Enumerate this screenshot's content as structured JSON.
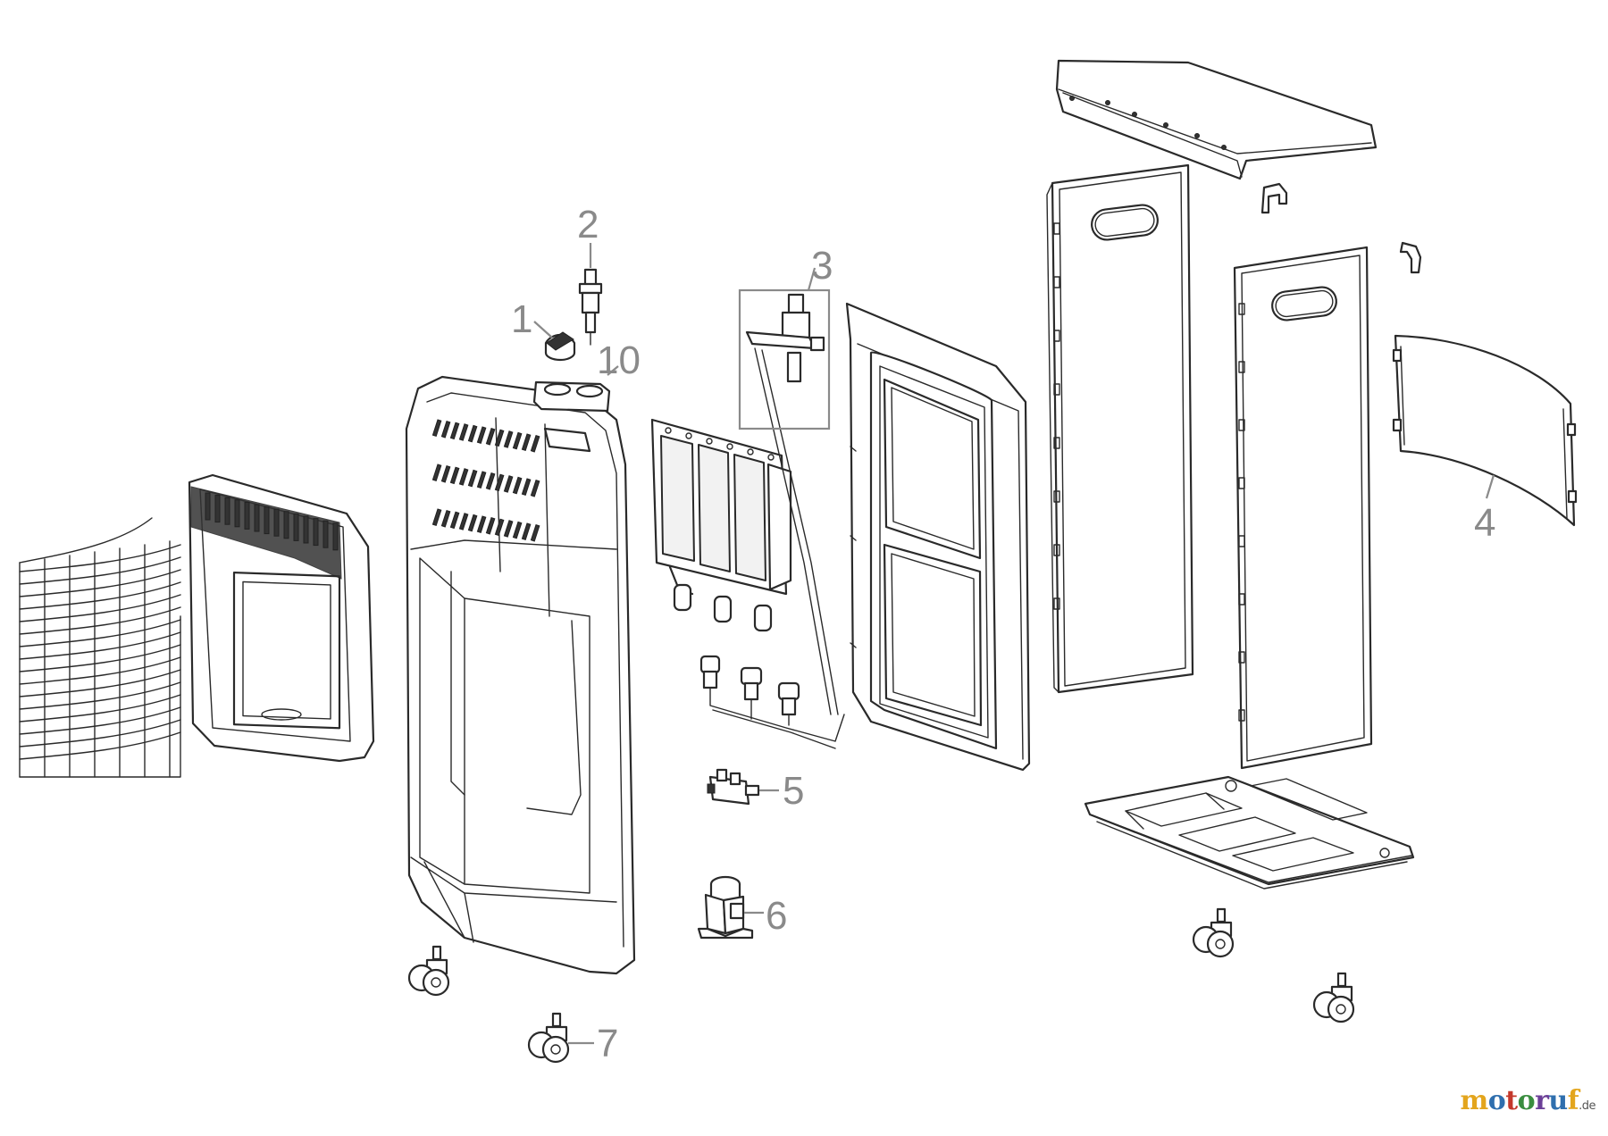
{
  "callouts": [
    {
      "label": "1"
    },
    {
      "label": "2"
    },
    {
      "label": "3"
    },
    {
      "label": "4"
    },
    {
      "label": "5"
    },
    {
      "label": "6"
    },
    {
      "label": "7"
    },
    {
      "label": "10"
    }
  ],
  "watermark": {
    "brand_letters": [
      "m",
      "o",
      "t",
      "o",
      "r",
      "u",
      "f"
    ],
    "tld": ".de"
  },
  "colors": {
    "line": "#2a2a2a",
    "callout": "#8a8a8a",
    "background": "#ffffff"
  }
}
